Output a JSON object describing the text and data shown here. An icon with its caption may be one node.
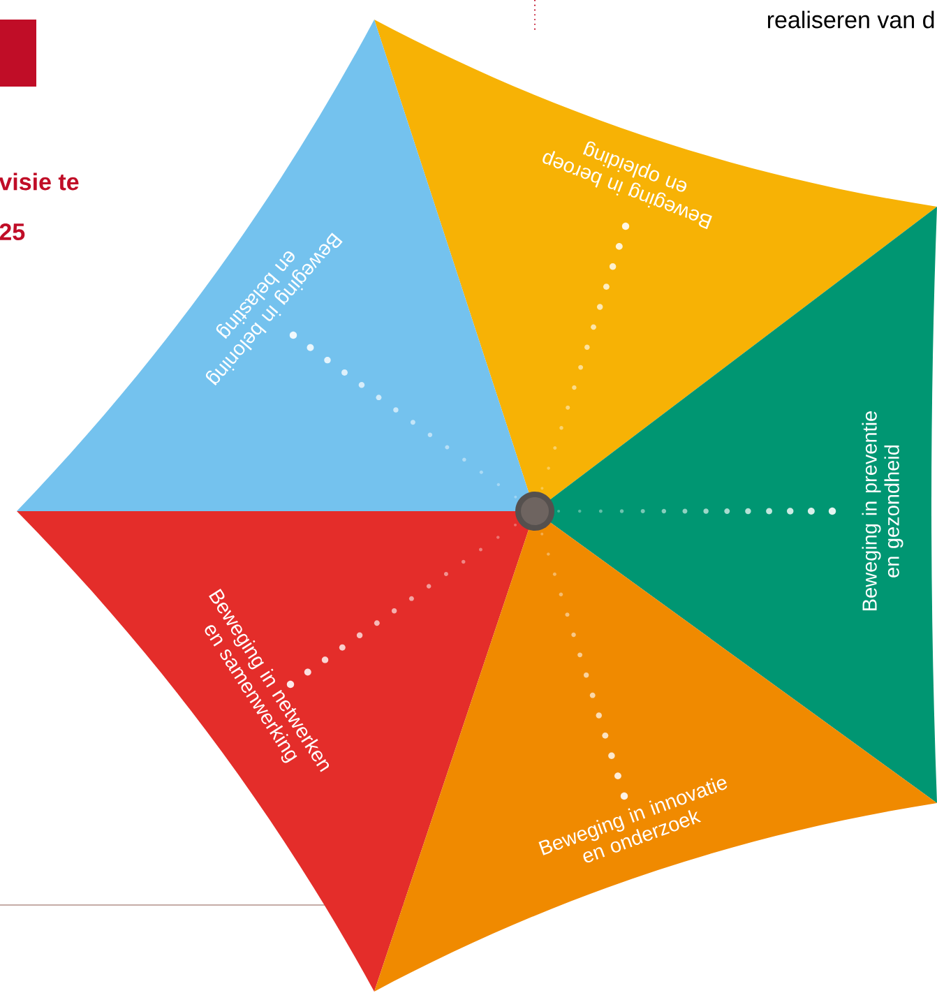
{
  "diagram": {
    "nodes": [
      {
        "text": [
          "Beweging in beroep en opleiding"
        ]
      },
      {
        "text": [
          "Beweging in beloning en belasting"
        ]
      },
      {
        "text": [
          "Beweging in preventie en gezondheid"
        ]
      },
      {
        "text": [
          "Beweging in netwerken en samenwerking"
        ]
      },
      {
        "text": [
          "Beweging in innovatie en onderzoek"
        ]
      }
    ],
    "labels": [
      "realiseren van d",
      "visie te",
      "25"
    ]
  }
}
